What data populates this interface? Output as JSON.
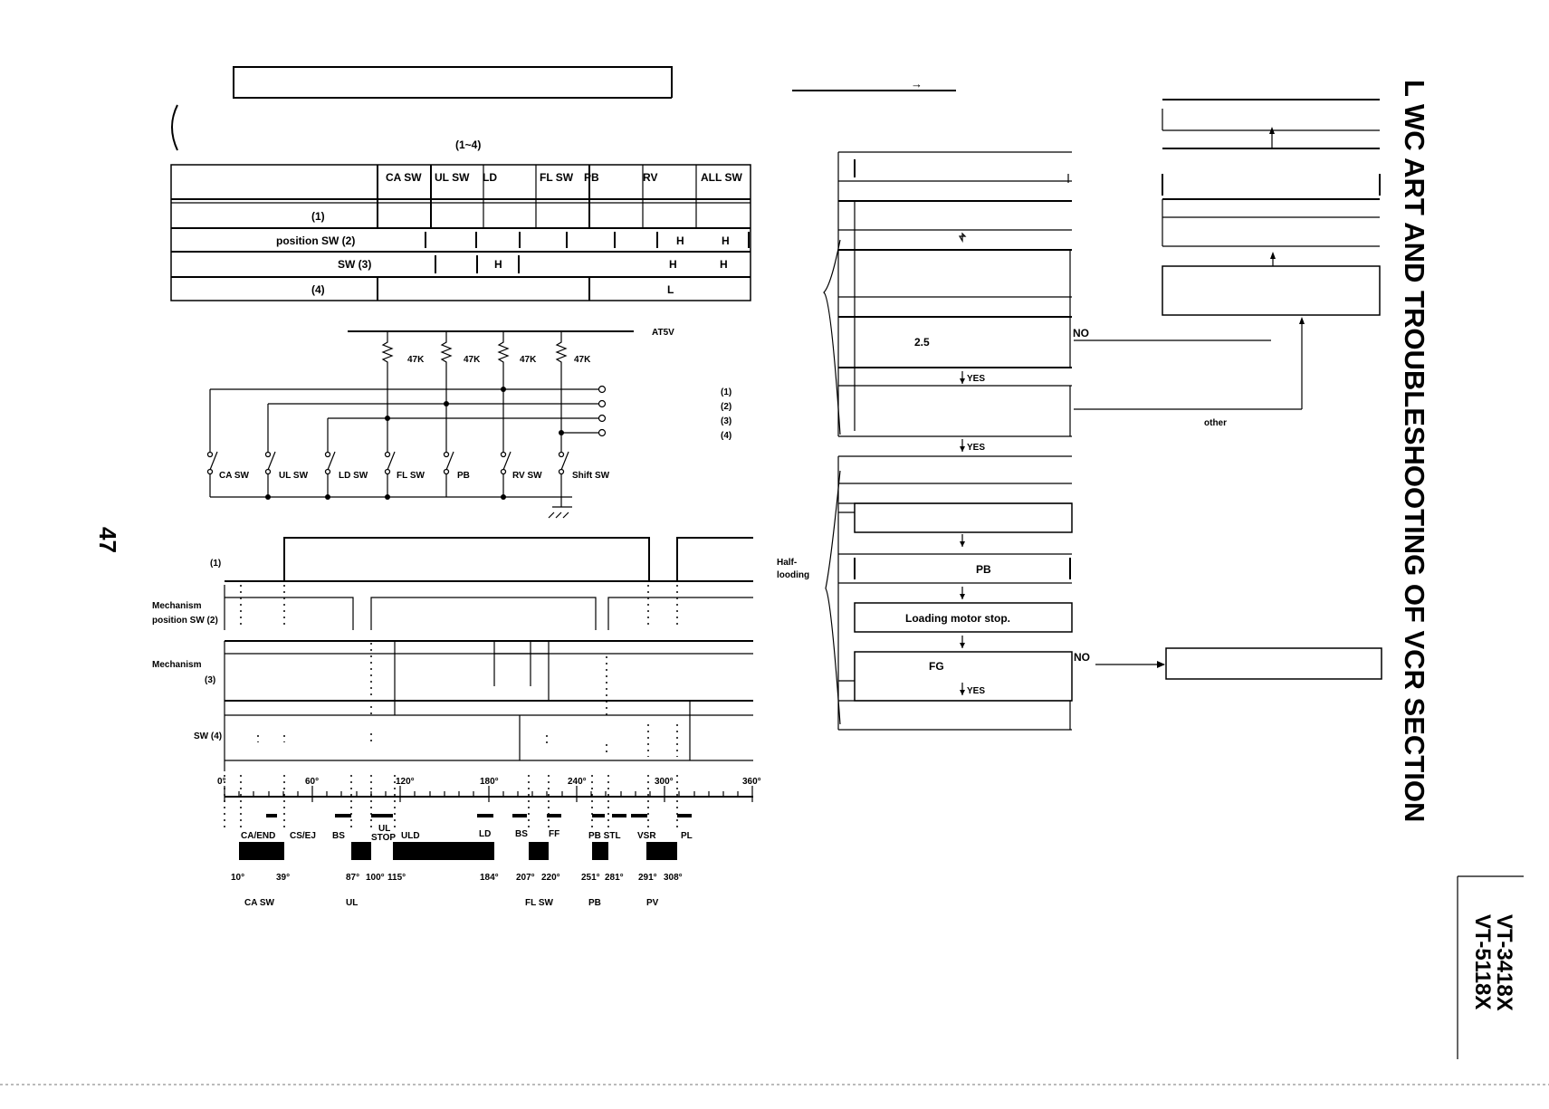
{
  "page": {
    "number": "47",
    "section_title": "L WC ART AND TROUBLESHOOTING OF VCR SECTION",
    "models": [
      "VT-3418X",
      "VT-5118X"
    ],
    "title_arrow": "→"
  },
  "switch_table": {
    "subheading": "(1~4)",
    "columns": [
      "CA SW",
      "UL SW",
      "LD",
      "FL SW",
      "PB",
      "RV",
      "ALL SW"
    ],
    "rows": [
      {
        "label": "(1)",
        "cells": [
          "",
          "",
          "",
          "",
          "",
          "",
          ""
        ]
      },
      {
        "label": "position SW (2)",
        "cells": [
          "",
          "",
          "",
          "",
          "",
          "H",
          "H"
        ]
      },
      {
        "label": "SW (3)",
        "cells": [
          "",
          "",
          "H",
          "",
          "",
          "H",
          "H"
        ]
      },
      {
        "label": "(4)",
        "cells": [
          "",
          "",
          "",
          "",
          "L",
          "",
          ""
        ]
      }
    ]
  },
  "circuit": {
    "supply": "AT5V",
    "resistors": [
      "47K",
      "47K",
      "47K",
      "47K"
    ],
    "outputs": [
      "(1)",
      "(2)",
      "(3)",
      "(4)"
    ],
    "switches": [
      "CA SW",
      "UL SW",
      "LD SW",
      "FL SW",
      "PB",
      "RV SW",
      "Shift SW"
    ]
  },
  "timing": {
    "signal_labels": [
      "(1)",
      "Mechanism",
      "position SW (2)",
      "Mechanism",
      "(3)",
      "SW (4)"
    ],
    "degree_ticks": [
      "0°",
      "60°",
      "120°",
      "180°",
      "240°",
      "300°",
      "360°"
    ],
    "positions": [
      "CA/END",
      "CS/EJ",
      "BS",
      "UL",
      "STOP",
      "ULD",
      "LD",
      "BS",
      "FF",
      "PB STL",
      "VSR",
      "PL"
    ],
    "angles": [
      "10°",
      "39°",
      "87°",
      "100°",
      "115°",
      "184°",
      "207°",
      "220°",
      "251°",
      "281°",
      "291°",
      "308°"
    ],
    "switch_ranges": [
      "CA SW",
      "UL",
      "FL SW",
      "PB",
      "PV"
    ]
  },
  "flowchart": {
    "labels": [
      "2.5",
      "YES",
      "NO",
      "YES",
      "PB",
      "Loading motor stop.",
      "FG",
      "NO",
      "YES",
      "other"
    ],
    "side_label": "Half-\nlooding"
  }
}
